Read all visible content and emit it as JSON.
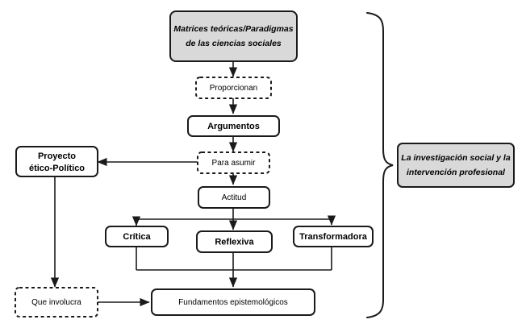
{
  "diagram": {
    "title_node": {
      "id": "matrices",
      "text_line1": "Matrices teóricas/Paradigmas",
      "text_line2": "de las ciencias sociales",
      "style": "filled-bold-italic",
      "fill_color": "#d9d9d9"
    },
    "nodes": [
      {
        "id": "proporcionan",
        "label": "Proporcionan",
        "style": "dashed"
      },
      {
        "id": "argumentos",
        "label": "Argumentos",
        "style": "solid-bold"
      },
      {
        "id": "para-asumir",
        "label": "Para asumir",
        "style": "dashed"
      },
      {
        "id": "proyecto-etico-politico",
        "label_line1": "Proyecto",
        "label_line2": "ético-Político",
        "style": "solid-bold"
      },
      {
        "id": "actitud",
        "label": "Actitud",
        "style": "solid-normal"
      },
      {
        "id": "critica",
        "label": "Crítica",
        "style": "solid-bold"
      },
      {
        "id": "reflexiva",
        "label": "Reflexiva",
        "style": "solid-bold"
      },
      {
        "id": "transformadora",
        "label": "Transformadora",
        "style": "solid-bold"
      },
      {
        "id": "que-involucra",
        "label": "Que involucra",
        "style": "dashed"
      },
      {
        "id": "fundamentos",
        "label": "Fundamentos epistemológicos",
        "style": "solid-normal"
      }
    ],
    "grouping": {
      "id": "investigacion-social",
      "label_line1": "La investigación social y la",
      "label_line2": "intervención profesional",
      "style": "filled-bold-italic",
      "fill_color": "#d9d9d9",
      "brace": "right-curly-brace"
    },
    "colors": {
      "stroke": "#1a1a1a",
      "node_fill": "#ffffff",
      "highlight_fill": "#d9d9d9",
      "background": "#ffffff"
    }
  }
}
